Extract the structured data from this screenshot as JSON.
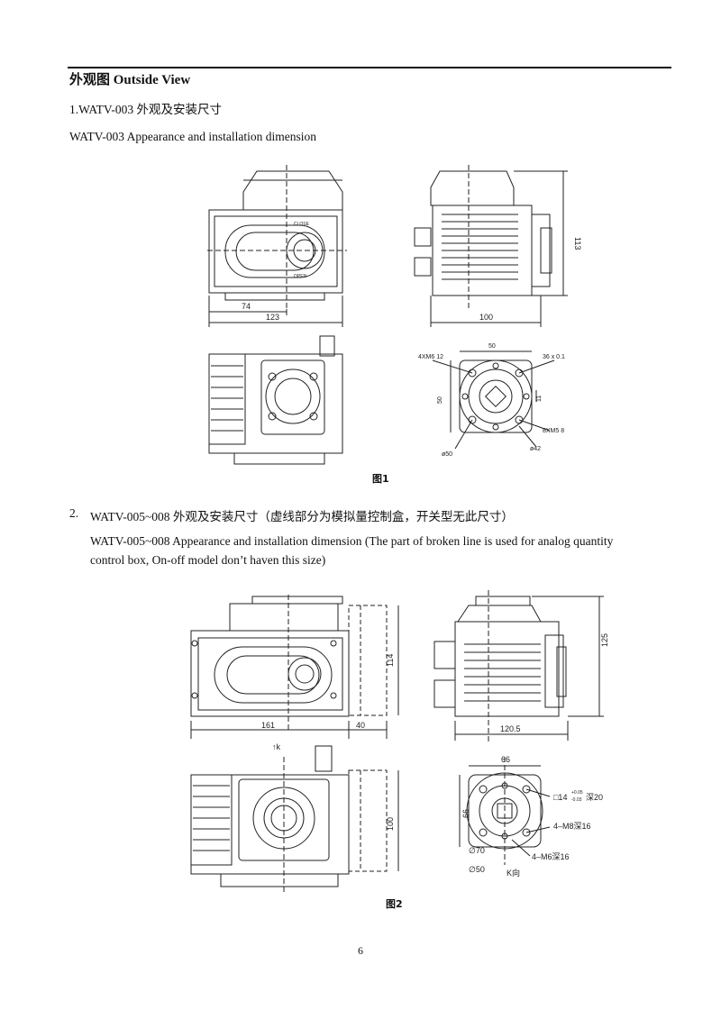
{
  "header": {
    "title": "外观图  Outside View"
  },
  "section1": {
    "title": "1.WATV-003 外观及安装尺寸",
    "subtitle": "WATV-003 Appearance and installation dimension",
    "figure": {
      "labels": {
        "close": "CLOSE",
        "open": "OPEN",
        "dim_74": "74",
        "dim_123": "123",
        "dim_100": "100",
        "dim_113": "113",
        "dim_50_top": "50",
        "dim_50_side": "50",
        "dim_11": "11",
        "callout_4xm6": "4XM6 12",
        "callout_36": "36 x 0.1",
        "callout_8xm5": "8XM5 8",
        "phi_50": "ø50",
        "phi_42": "ø42"
      },
      "caption": "图1"
    }
  },
  "section2": {
    "number": "2.",
    "title": "WATV-005~008 外观及安装尺寸（虚线部分为模拟量控制盒，开关型无此尺寸）",
    "subtitle_line1": "WATV-005~008 Appearance and installation dimension (The part of broken line is used for analog quantity",
    "subtitle_line2": "control box, On-off model don’t haven this size)",
    "figure": {
      "labels": {
        "dim_114": "114",
        "dim_161": "161",
        "dim_40": "40",
        "dim_120_5": "120.5",
        "dim_125": "125",
        "dim_100": "100",
        "dim_66_top": "66",
        "dim_66_side": "66",
        "k_arrow": "↑k",
        "callout_square": "□14",
        "callout_square_tol_up": "+0.05",
        "callout_square_tol_dn": "-0.03",
        "callout_square_depth": "深20",
        "callout_m8": "4–M8深16",
        "callout_m6": "4–M6深16",
        "phi_70": "∅70",
        "phi_50": "∅50",
        "k_view": "K向"
      },
      "caption": "图2"
    }
  },
  "footer": {
    "page_number": "6"
  }
}
